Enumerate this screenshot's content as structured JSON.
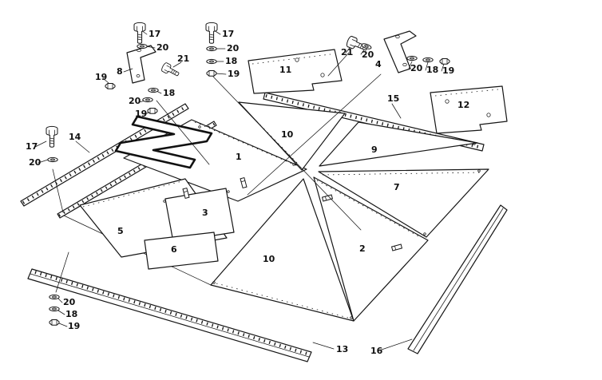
{
  "figure": {
    "kind": "exploded-parts-diagram",
    "background": "#ffffff",
    "ink": "#161616",
    "parts_shown": [
      "1",
      "2",
      "3",
      "4",
      "5",
      "6",
      "7",
      "8",
      "9",
      "10",
      "11",
      "12",
      "13",
      "14",
      "15",
      "16",
      "17",
      "18",
      "19",
      "20",
      "21"
    ]
  },
  "labels": [
    {
      "text": "17"
    },
    {
      "text": "20"
    },
    {
      "text": "8"
    },
    {
      "text": "21"
    },
    {
      "text": "19"
    },
    {
      "text": "18"
    },
    {
      "text": "20"
    },
    {
      "text": "19"
    },
    {
      "text": "17"
    },
    {
      "text": "20"
    },
    {
      "text": "18"
    },
    {
      "text": "19"
    },
    {
      "text": "11"
    },
    {
      "text": "21"
    },
    {
      "text": "20"
    },
    {
      "text": "4"
    },
    {
      "text": "20"
    },
    {
      "text": "18"
    },
    {
      "text": "19"
    },
    {
      "text": "15"
    },
    {
      "text": "12"
    },
    {
      "text": "17"
    },
    {
      "text": "20"
    },
    {
      "text": "14"
    },
    {
      "text": "1"
    },
    {
      "text": "10"
    },
    {
      "text": "9"
    },
    {
      "text": "7"
    },
    {
      "text": "2"
    },
    {
      "text": "10"
    },
    {
      "text": "5"
    },
    {
      "text": "3"
    },
    {
      "text": "6"
    },
    {
      "text": "13"
    },
    {
      "text": "16"
    },
    {
      "text": "20"
    },
    {
      "text": "18"
    },
    {
      "text": "19"
    }
  ]
}
